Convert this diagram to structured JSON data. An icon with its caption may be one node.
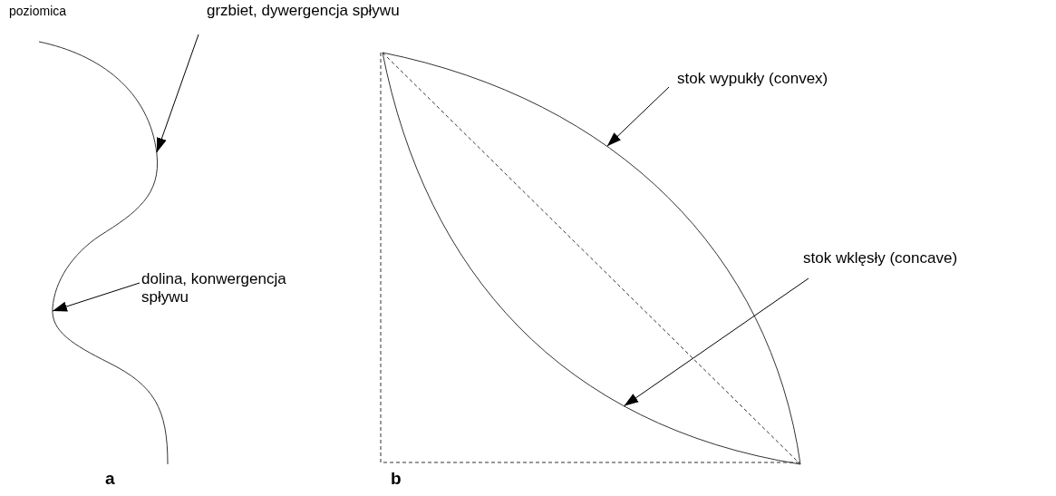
{
  "diagram": {
    "nodes": [
      {
        "text": [
          "grzbiet, dywergencja spływu"
        ]
      },
      {
        "text": [
          "dolina, konwergencja spływu"
        ]
      },
      {
        "text": [
          "stok wypukły (convex)"
        ]
      },
      {
        "text": [
          "stok wklęsły (concave)"
        ]
      }
    ],
    "edges": [
      {
        "from": 0,
        "to": null,
        "arrow": "to"
      },
      {
        "from": 1,
        "to": null,
        "arrow": "to"
      },
      {
        "from": 2,
        "to": null,
        "arrow": "to"
      },
      {
        "from": 3,
        "to": null,
        "arrow": "to"
      }
    ],
    "labels": [
      "poziomica",
      "a",
      "b"
    ]
  }
}
